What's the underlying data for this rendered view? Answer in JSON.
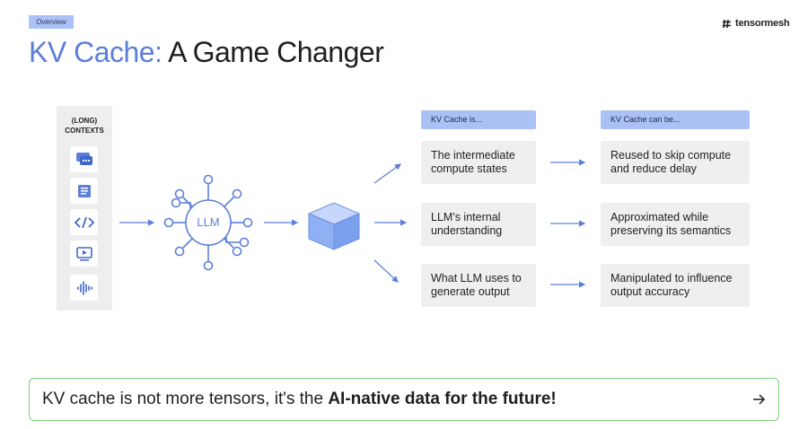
{
  "slide": {
    "tag": "Overview",
    "brand": "tensormesh",
    "title_accent": "KV Cache:",
    "title_rest": " A Game Changer"
  },
  "contexts": {
    "label_line1": "(LONG)",
    "label_line2": "CONTEXTS",
    "icons": [
      "chat-icon",
      "document-icon",
      "code-icon",
      "video-icon",
      "audio-icon"
    ]
  },
  "llm_label": "LLM",
  "column_is": {
    "header": "KV Cache is...",
    "items": [
      [
        "The intermediate",
        "compute states"
      ],
      [
        "LLM's internal",
        "understanding"
      ],
      [
        "What LLM uses to",
        "generate output"
      ]
    ]
  },
  "column_can_be": {
    "header": "KV Cache can be...",
    "items": [
      [
        "Reused to skip compute",
        "and reduce delay"
      ],
      [
        "Approximated while",
        "preserving its semantics"
      ],
      [
        "Manipulated to influence",
        "output accuracy"
      ]
    ]
  },
  "banner": {
    "text_plain": "KV cache is not more tensors, it's the ",
    "text_bold": "AI-native data for the future!"
  },
  "colors": {
    "accent": "#5b7fd9",
    "header_fill": "#a9c1f4",
    "banner_border": "#7fd07f"
  }
}
